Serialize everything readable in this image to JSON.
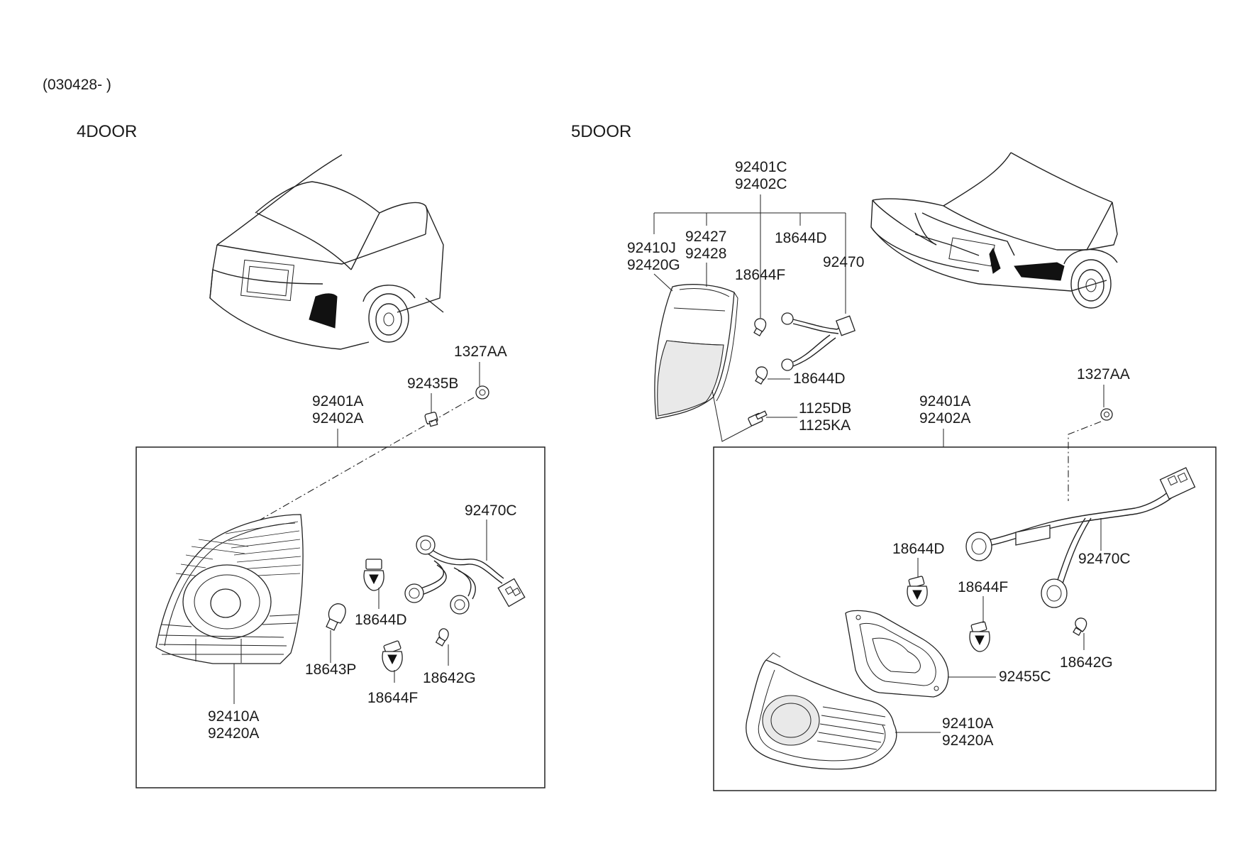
{
  "header": {
    "code": "(030428- )"
  },
  "sections": {
    "four_door": {
      "title": "4DOOR",
      "labels": {
        "p1327AA": "1327AA",
        "p92435B": "92435B",
        "p92401A": "92401A",
        "p92402A": "92402A",
        "p92470C": "92470C",
        "p18644D": "18644D",
        "p18643P": "18643P",
        "p18644F": "18644F",
        "p18642G": "18642G",
        "p92410A": "92410A",
        "p92420A": "92420A"
      }
    },
    "five_door": {
      "title": "5DOOR",
      "labels": {
        "p92401C": "92401C",
        "p92402C": "92402C",
        "p92410J": "92410J",
        "p92420G": "92420G",
        "p92427": "92427",
        "p92428": "92428",
        "p18644F_top": "18644F",
        "p18644D_top": "18644D",
        "p92470": "92470",
        "p18644D_mid": "18644D",
        "p1125DB": "1125DB",
        "p1125KA": "1125KA",
        "p1327AA": "1327AA",
        "p92401A": "92401A",
        "p92402A": "92402A",
        "p18644D": "18644D",
        "p18644F": "18644F",
        "p92470C": "92470C",
        "p18642G": "18642G",
        "p92455C": "92455C",
        "p92410A": "92410A",
        "p92420A": "92420A"
      }
    }
  }
}
